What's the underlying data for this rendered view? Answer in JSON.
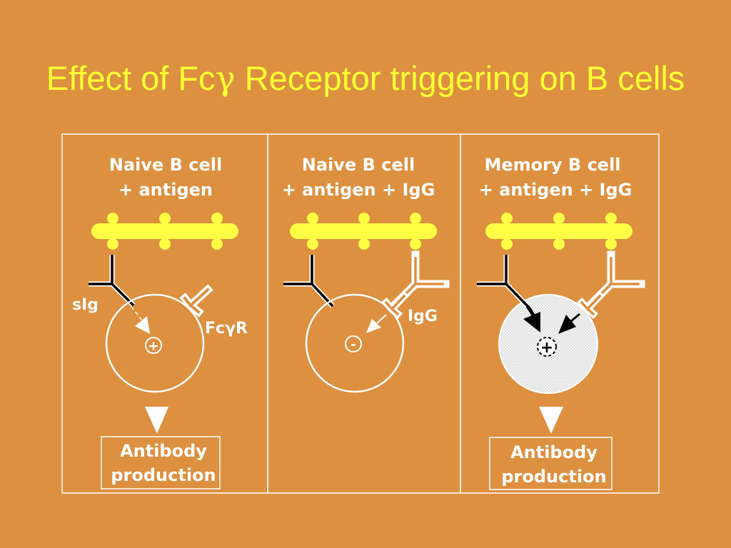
{
  "slide": {
    "title_prefix": "Effect of Fc",
    "title_symbol": "γ",
    "title_suffix": " Receptor triggering on B cells"
  },
  "panels": [
    {
      "heading_line1": "Naive B cell",
      "heading_line2": "+ antigen",
      "signal": "+",
      "labels": {
        "sig": "sIg",
        "receptor": "FcγR"
      },
      "outcome_line1": "Antibody",
      "outcome_line2": "production"
    },
    {
      "heading_line1": "Naive B cell",
      "heading_line2": "+ antigen + IgG",
      "signal": "-",
      "labels": {
        "igg": "IgG"
      }
    },
    {
      "heading_line1": "Memory B cell",
      "heading_line2": "+ antigen + IgG",
      "signal": "+",
      "outcome_line1": "Antibody",
      "outcome_line2": "production"
    }
  ],
  "colors": {
    "background": "#DC9040",
    "title": "#FFFF33",
    "antigen": "#FFFF44",
    "line": "#FFFFFF",
    "memory_cell_fill": "#EDEDED"
  }
}
